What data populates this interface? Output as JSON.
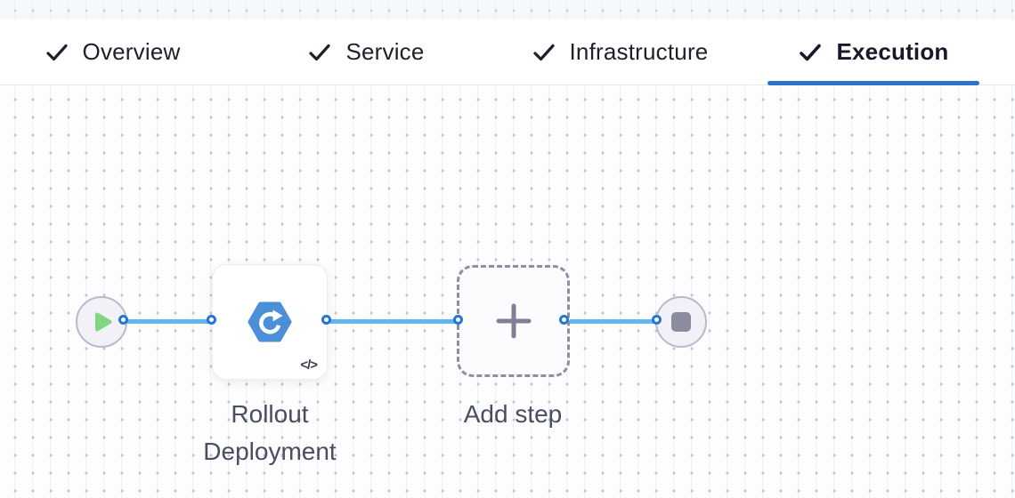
{
  "tabs": {
    "items": [
      {
        "label": "Overview",
        "checked": true,
        "active": false
      },
      {
        "label": "Service",
        "checked": true,
        "active": false
      },
      {
        "label": "Infrastructure",
        "checked": true,
        "active": false
      },
      {
        "label": "Execution",
        "checked": true,
        "active": true
      }
    ]
  },
  "pipeline": {
    "start_node": {
      "icon": "play-icon"
    },
    "step": {
      "label": "Rollout Deployment",
      "icon": "kubernetes-rollout-icon",
      "code_badge": "</>"
    },
    "add_step": {
      "label": "Add step",
      "icon": "plus-icon"
    },
    "end_node": {
      "icon": "stop-icon"
    }
  },
  "colors": {
    "active_tab_indicator": "#2e71c9",
    "edge_blue": "#60b6ee",
    "port_ring_blue": "#2376d2",
    "step_icon_blue": "#4a8fd8",
    "play_green": "#82d681",
    "stop_gray": "#8c8ca0",
    "label_gray": "#4b4d63"
  }
}
